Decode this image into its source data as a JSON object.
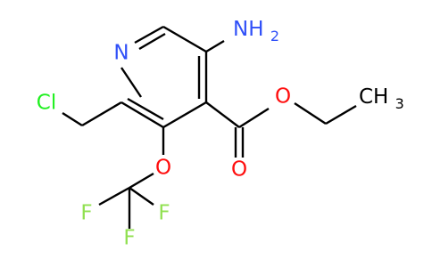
{
  "molecule": {
    "colors": {
      "bond": "#000000",
      "nitrogen": "#3050f8",
      "oxygen": "#ff0d0d",
      "fluorine": "#90e050",
      "chlorine": "#1ff01f"
    },
    "labels": {
      "ring_n": "N",
      "amino_main": "NH",
      "amino_sub": "2",
      "chlorine": "Cl",
      "ester_o": "O",
      "carbonyl_o": "O",
      "ether_o": "O",
      "f_left": "F",
      "f_right": "F",
      "f_bottom": "F",
      "methyl_main": "CH",
      "methyl_sub": "3"
    }
  }
}
